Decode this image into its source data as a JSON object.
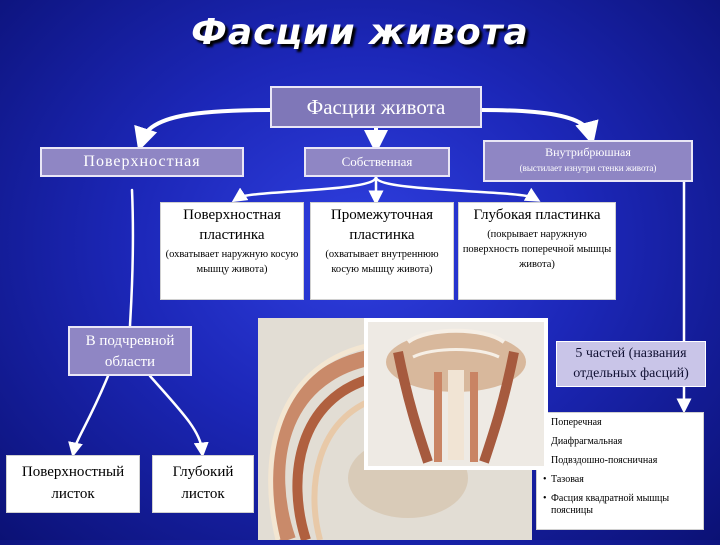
{
  "title": "Фасции живота",
  "root": {
    "label": "Фасции живота"
  },
  "categories": {
    "superficial": "Поверхностная",
    "own": "Собственная",
    "intra": {
      "label": "Внутрибрюшная",
      "note": "(выстилает изнутри стенки живота)"
    }
  },
  "laminae": [
    {
      "name": "Поверхностная пластинка",
      "note": "(охватывает наружную косую мышцу живота)"
    },
    {
      "name": "Промежуточная пластинка",
      "note": "(охватывает внутреннюю косую мышцу живота)"
    },
    {
      "name": "Глубокая пластинка",
      "note": "(покрывает наружную поверхность поперечной мышцы живота)"
    }
  ],
  "hypogastric": "В подчревной области",
  "leaves": {
    "superficial": "Поверхностный листок",
    "deep": "Глубокий листок"
  },
  "parts": {
    "summary": "5 частей (названия отдельных фасций)",
    "items": [
      "Поперечная",
      "Диафрагмальная",
      "Подвздошно-поясничная",
      "Тазовая",
      "Фасция квадратной мышцы поясницы"
    ]
  },
  "colors": {
    "background": "#1c27b8",
    "box_purple": "#8f86c4",
    "box_lavender": "#c9c5e8",
    "arrow": "#ffffff"
  }
}
